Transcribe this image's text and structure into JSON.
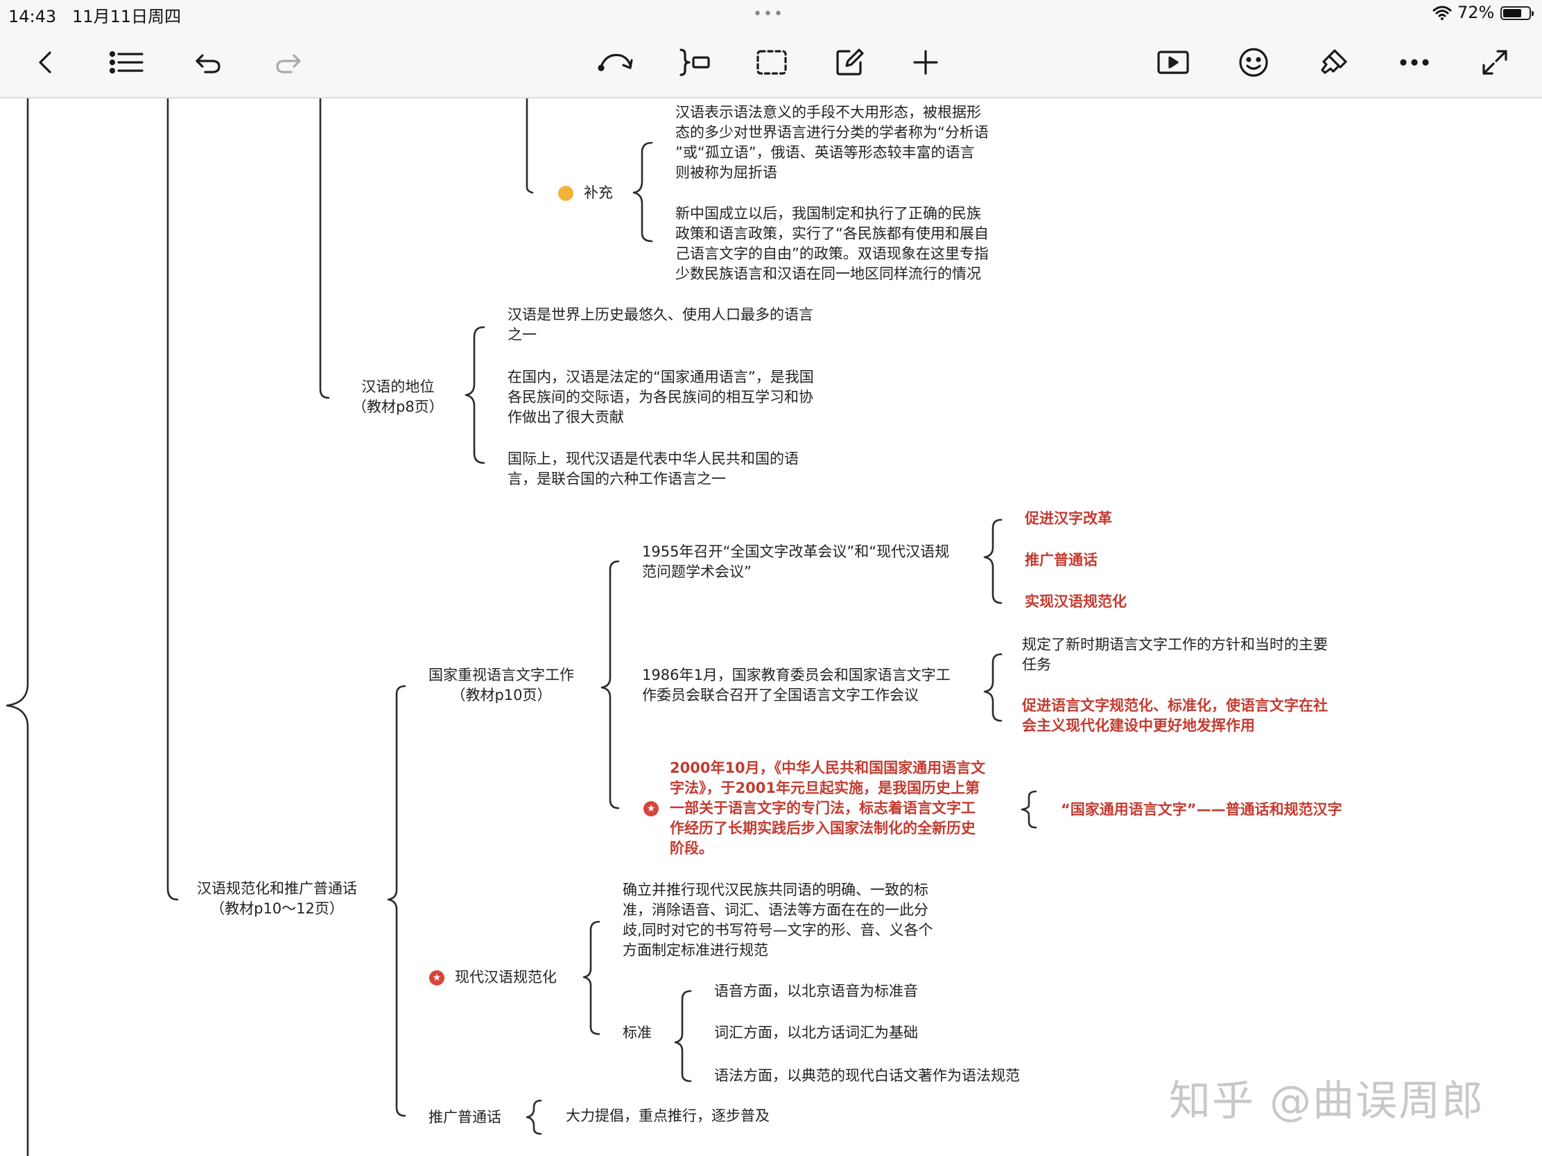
{
  "status_bar": {
    "time": "14:43",
    "date": "11月11日周四",
    "battery_percent": "72%",
    "battery_level": 0.72,
    "dots": "•••"
  },
  "toolbar": {
    "icons": [
      "back-icon",
      "outline-list-icon",
      "undo-icon",
      "redo-icon",
      "reconnect-icon",
      "boundary-icon",
      "select-area-icon",
      "edit-note-icon",
      "add-icon",
      "present-icon",
      "emoji-icon",
      "format-brush-icon",
      "more-icon",
      "fullscreen-icon"
    ]
  },
  "mindmap": {
    "supplement": {
      "label": "补充",
      "note1": [
        "汉语表示语法意义的手段不大用形态，被根据形",
        "态的多少对世界语言进行分类的学者称为“分析语",
        "”或“孤立语”，俄语、英语等形态较丰富的语言",
        "则被称为屈折语"
      ],
      "note2": [
        "新中国成立以后，我国制定和执行了正确的民族",
        "政策和语言政策，实行了“各民族都有使用和展自",
        "己语言文字的自由”的政策。双语现象在这里专指",
        "少数民族语言和汉语在同一地区同样流行的情况"
      ]
    },
    "status": {
      "label": [
        "汉语的地位",
        "（教材p8页）"
      ],
      "item1": [
        "汉语是世界上历史最悠久、使用人口最多的语言",
        "之一"
      ],
      "item2": [
        "在国内，汉语是法定的“国家通用语言”，是我国",
        "各民族间的交际语，为各民族间的相互学习和协",
        "作做出了很大贡献"
      ],
      "item3": [
        "国际上，现代汉语是代表中华人民共和国的语",
        "言，是联合国的六种工作语言之一"
      ]
    },
    "standardization": {
      "label": [
        "汉语规范化和推广普通话",
        "（教材p10～12页）"
      ],
      "national_work": {
        "label": [
          "国家重视语言文字工作",
          "（教材p10页）"
        ],
        "y1955": {
          "text": [
            "1955年召开“全国文字改革会议”和“现代汉语规",
            "范问题学术会议”"
          ],
          "goals": [
            "促进汉字改革",
            "推广普通话",
            "实现汉语规范化"
          ]
        },
        "y1986": {
          "text": [
            "1986年1月，国家教育委员会和国家语言文字工",
            "作委员会联合召开了全国语言文字工作会议"
          ],
          "result1": [
            "规定了新时期语言文字工作的方针和当时的主要",
            "任务"
          ],
          "result2": [
            "促进语言文字规范化、标准化，使语言文字在社",
            "会主义现代化建设中更好地发挥作用"
          ]
        },
        "y2000": {
          "text": [
            "2000年10月，《中华人民共和国国家通用语言文",
            "字法》，于2001年元旦起实施，是我国历史上第",
            "一部关于语言文字的专门法，标志着语言文字工",
            "作经历了长期实践后步入国家法制化的全新历史",
            "阶段。"
          ],
          "def": "“国家通用语言文字”——普通话和规范汉字"
        }
      },
      "modern": {
        "label": "现代汉语规范化",
        "def": [
          "确立并推行现代汉民族共同语的明确、一致的标",
          "准，消除语音、词汇、语法等方面在在的一此分",
          "歧,同时对它的书写符号—文字的形、音、义各个",
          "方面制定标准进行规范"
        ],
        "standard_label": "标准",
        "standards": [
          "语音方面，以北京语音为标准音",
          "词汇方面，以北方话词汇为基础",
          "语法方面，以典范的现代白话文著作为语法规范"
        ]
      },
      "promote": {
        "label": "推广普通话",
        "policy": "大力提倡，重点推行，逐步普及"
      }
    }
  },
  "watermark": "知乎 @曲误周郎"
}
